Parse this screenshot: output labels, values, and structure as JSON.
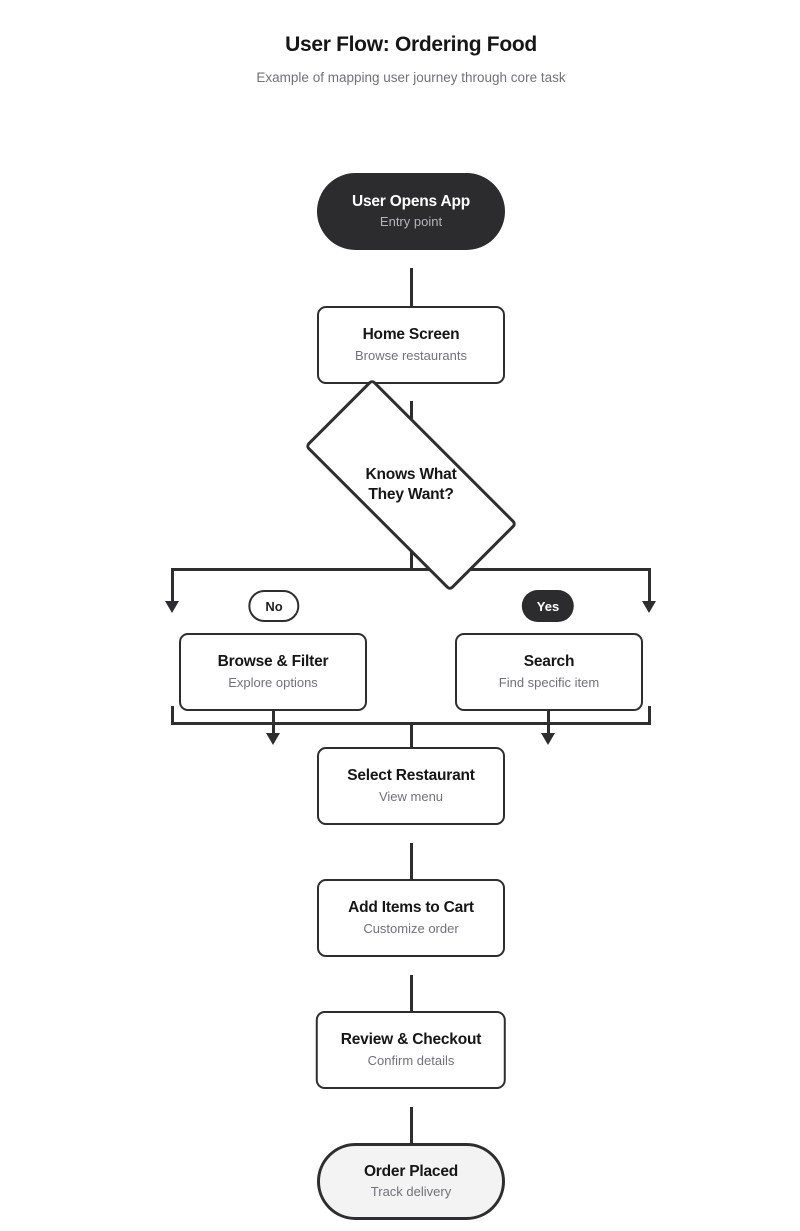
{
  "header": {
    "title": "User Flow: Ordering Food",
    "subtitle": "Example of mapping user journey through core task"
  },
  "flow": {
    "start": {
      "title": "User Opens App",
      "subtitle": "Entry point"
    },
    "home": {
      "title": "Home Screen",
      "subtitle": "Browse restaurants"
    },
    "decision": {
      "line1": "Knows What",
      "line2": "They Want?"
    },
    "branch_no": {
      "label": "No"
    },
    "branch_yes": {
      "label": "Yes"
    },
    "browse": {
      "title": "Browse & Filter",
      "subtitle": "Explore options"
    },
    "search": {
      "title": "Search",
      "subtitle": "Find specific item"
    },
    "select": {
      "title": "Select Restaurant",
      "subtitle": "View menu"
    },
    "cart": {
      "title": "Add Items to Cart",
      "subtitle": "Customize order"
    },
    "checkout": {
      "title": "Review & Checkout",
      "subtitle": "Confirm details"
    },
    "placed": {
      "title": "Order Placed",
      "subtitle": "Track delivery"
    }
  },
  "colors": {
    "node_dark_fill": "#2c2c2e",
    "stroke": "#2e2e30",
    "title_text": "#161617",
    "muted_text": "#71717a",
    "muted_on_dark": "#b4b4ba",
    "terminal_light_fill": "#f3f3f4"
  }
}
